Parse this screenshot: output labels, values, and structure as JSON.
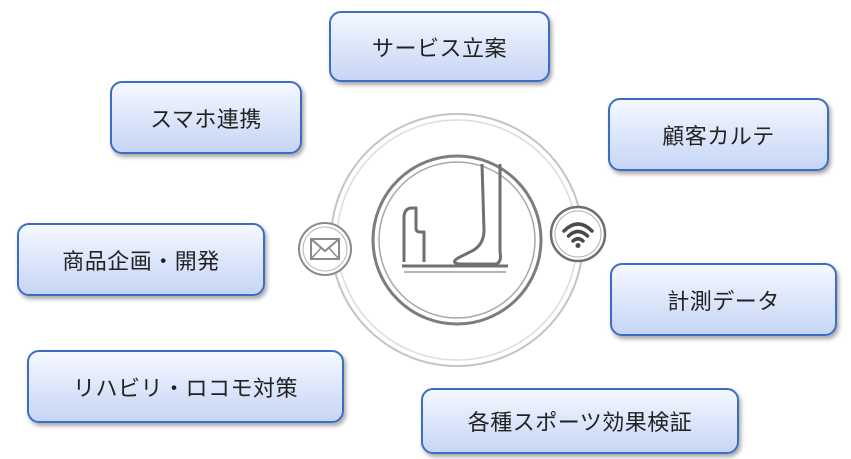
{
  "boxes": {
    "service_planning": "サービス立案",
    "smartphone_link": "スマホ連携",
    "customer_chart": "顧客カルテ",
    "product_dev": "商品企画・開発",
    "measurement_data": "計測データ",
    "rehab_locomo": "リハビリ・ロコモ対策",
    "sports_verification": "各種スポーツ効果検証"
  },
  "icons": {
    "left": "envelope-icon",
    "right": "wifi-icon",
    "center": "foot-scanner-icon"
  },
  "colors": {
    "box_border": "#3b6dc4",
    "box_fill_top": "#f5f8ff",
    "box_fill_bottom": "#c7d6f5",
    "ring": "#b9b9b9",
    "icon_stroke": "#7a7a7a"
  }
}
